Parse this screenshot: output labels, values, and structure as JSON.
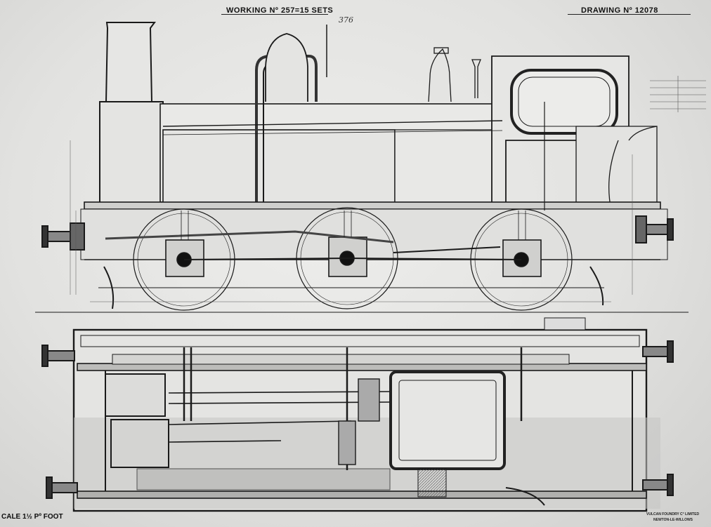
{
  "header": {
    "working_title": "WORKING Nº 257=15 SETS",
    "handwritten_number": "376",
    "drawing_number": "DRAWING Nº 12078"
  },
  "footer": {
    "scale": "CALE 1½ Pº FOOT",
    "maker_line1": "VULCAN FOUNDRY C° LIMITED",
    "maker_line2": "NEWTON-LE-WILLOWS"
  }
}
